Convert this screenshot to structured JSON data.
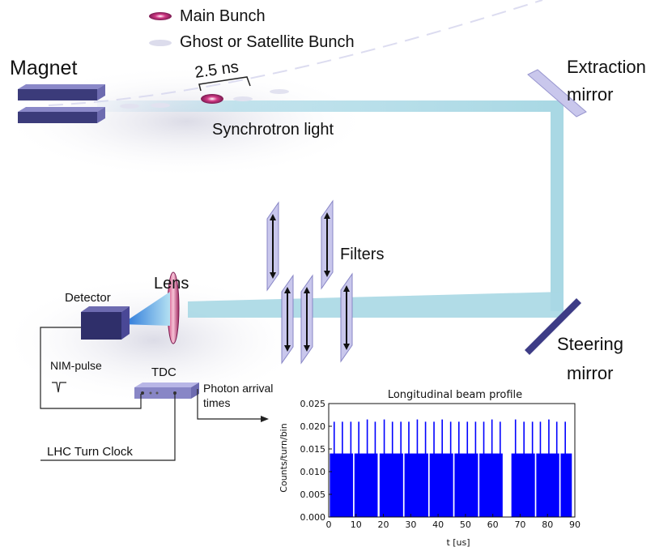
{
  "legend": {
    "main_bunch": "Main Bunch",
    "ghost_bunch": "Ghost or Satellite Bunch"
  },
  "labels": {
    "magnet": "Magnet",
    "spacing": "2.5 ns",
    "synchrotron": "Synchrotron light",
    "extraction_1": "Extraction",
    "extraction_2": "mirror",
    "filters": "Filters",
    "lens": "Lens",
    "detector": "Detector",
    "nim_pulse": "NIM-pulse",
    "tdc": "TDC",
    "photon_1": "Photon arrival",
    "photon_2": "times",
    "lhc_clock": "LHC Turn Clock",
    "steering_1": "Steering",
    "steering_2": "mirror"
  },
  "colors": {
    "beam": "#a9d8e4",
    "mirror": "#c9c7ec",
    "optic": "#9a98d2",
    "detector": "#3b3b7a",
    "bunch": "#c02a7a",
    "bars": "#0000ff"
  },
  "chart_data": {
    "type": "bar",
    "title": "Longitudinal beam profile",
    "xlabel": "t [us]",
    "ylabel": "Counts/turn/bin",
    "xlim": [
      0,
      90
    ],
    "ylim": [
      0,
      0.025
    ],
    "xticks": [
      "0",
      "10",
      "20",
      "30",
      "40",
      "50",
      "60",
      "70",
      "80",
      "90"
    ],
    "yticks": [
      "0.000",
      "0.005",
      "0.010",
      "0.015",
      "0.020",
      "0.025"
    ],
    "series": [
      {
        "values": [
          {
            "start": 0.4,
            "end": 8.9,
            "level": 0.014
          },
          {
            "start": 9.4,
            "end": 17.9,
            "level": 0.014
          },
          {
            "start": 18.6,
            "end": 27.2,
            "level": 0.014
          },
          {
            "start": 27.7,
            "end": 36.4,
            "level": 0.014
          },
          {
            "start": 36.9,
            "end": 45.5,
            "level": 0.014
          },
          {
            "start": 46.0,
            "end": 54.6,
            "level": 0.014
          },
          {
            "start": 55.1,
            "end": 63.6,
            "level": 0.014
          },
          {
            "start": 66.8,
            "end": 75.4,
            "level": 0.014
          },
          {
            "start": 75.9,
            "end": 84.3,
            "level": 0.014
          },
          {
            "start": 84.8,
            "end": 88.9,
            "level": 0.014
          }
        ]
      }
    ],
    "peaks": [
      {
        "x": 2.0,
        "y": 0.021
      },
      {
        "x": 5.0,
        "y": 0.021
      },
      {
        "x": 8.1,
        "y": 0.021
      },
      {
        "x": 11.0,
        "y": 0.021
      },
      {
        "x": 14.1,
        "y": 0.0215
      },
      {
        "x": 17.0,
        "y": 0.021
      },
      {
        "x": 20.3,
        "y": 0.0215
      },
      {
        "x": 23.3,
        "y": 0.021
      },
      {
        "x": 26.4,
        "y": 0.021
      },
      {
        "x": 29.3,
        "y": 0.021
      },
      {
        "x": 32.4,
        "y": 0.0215
      },
      {
        "x": 35.4,
        "y": 0.021
      },
      {
        "x": 38.5,
        "y": 0.021
      },
      {
        "x": 41.5,
        "y": 0.0215
      },
      {
        "x": 44.6,
        "y": 0.021
      },
      {
        "x": 47.6,
        "y": 0.021
      },
      {
        "x": 50.7,
        "y": 0.021
      },
      {
        "x": 53.7,
        "y": 0.021
      },
      {
        "x": 56.7,
        "y": 0.021
      },
      {
        "x": 59.7,
        "y": 0.0215
      },
      {
        "x": 62.7,
        "y": 0.021
      },
      {
        "x": 68.3,
        "y": 0.0215
      },
      {
        "x": 71.4,
        "y": 0.021
      },
      {
        "x": 74.5,
        "y": 0.021
      },
      {
        "x": 77.4,
        "y": 0.021
      },
      {
        "x": 80.5,
        "y": 0.0215
      },
      {
        "x": 83.4,
        "y": 0.021
      },
      {
        "x": 86.5,
        "y": 0.021
      }
    ],
    "grid": false
  }
}
